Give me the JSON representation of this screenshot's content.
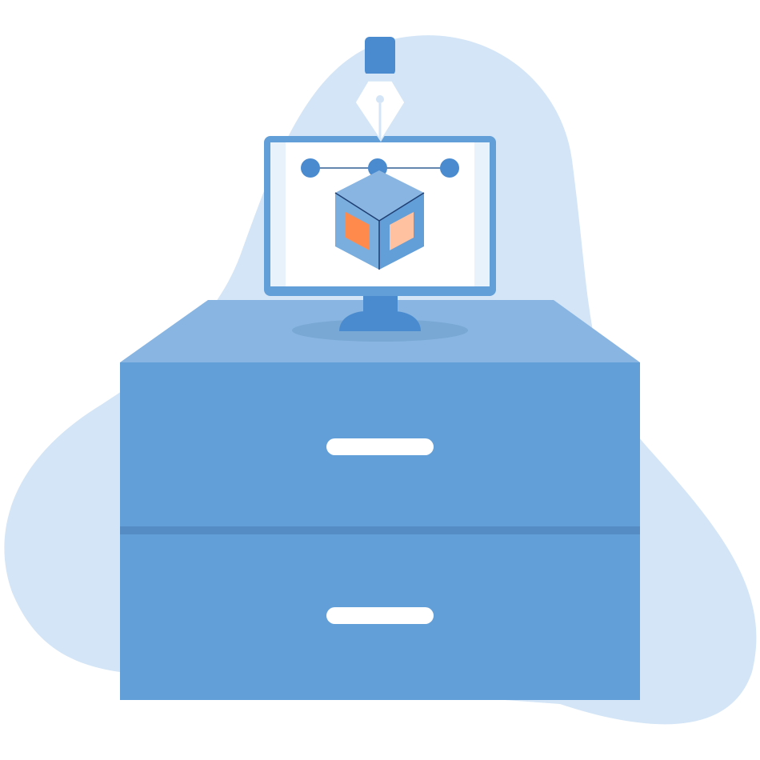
{
  "palette": {
    "background": "#ffffff",
    "blob": "#d3e5f6",
    "cabinet_front": "#629ed7",
    "cabinet_top": "#88b5e1",
    "drawer_divider": "#558cc4",
    "drawer_handle": "#ffffff",
    "monitor_frame": "#629ed7",
    "monitor_screen": "#ffffff",
    "screen_margin": "#e8f2fb",
    "monitor_stand": "#4a8bd0",
    "stand_shadow": "#6d9ccb",
    "pen_cap": "#4a8bd0",
    "pen_nib": "#ffffff",
    "pen_slit": "#d3e5f6",
    "anchor_point": "#4a8bd0",
    "bezier_line": "#2f5f94",
    "cube_top": "#88b5e1",
    "cube_left": "#7aaede",
    "cube_right": "#629ed7",
    "cube_edge": "#1f3f73",
    "face_left": "#ff8a4c",
    "face_right": "#ffc1a0"
  },
  "illustration": {
    "subject": "vector-design-workstation",
    "icons": [
      "fountain-pen-nib-icon",
      "bezier-anchor-point-icon",
      "3d-cube-icon",
      "desktop-monitor-icon",
      "drawer-cabinet-icon"
    ],
    "drawer_count": 2,
    "anchor_point_count": 3
  }
}
